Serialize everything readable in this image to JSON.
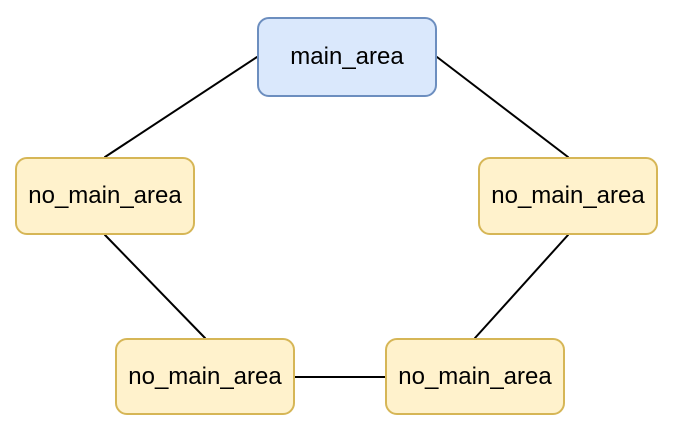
{
  "diagram": {
    "type": "node-link-graph",
    "colors": {
      "canvas_background": "#ffffff",
      "edge": "#000000",
      "text": "#000000",
      "main_fill": "#dae8fc",
      "main_stroke": "#6c8ebf",
      "secondary_fill": "#fff2cc",
      "secondary_stroke": "#d6b656"
    },
    "nodes": [
      {
        "id": "main_area",
        "label": "main_area",
        "shape": "rounded-rectangle",
        "fill": "#dae8fc",
        "stroke": "#6c8ebf",
        "position": "top-center"
      },
      {
        "id": "no_main_area_left",
        "label": "no_main_area",
        "shape": "rounded-rectangle",
        "fill": "#fff2cc",
        "stroke": "#d6b656",
        "position": "middle-left"
      },
      {
        "id": "no_main_area_right",
        "label": "no_main_area",
        "shape": "rounded-rectangle",
        "fill": "#fff2cc",
        "stroke": "#d6b656",
        "position": "middle-right"
      },
      {
        "id": "no_main_area_bottom_left",
        "label": "no_main_area",
        "shape": "rounded-rectangle",
        "fill": "#fff2cc",
        "stroke": "#d6b656",
        "position": "bottom-left"
      },
      {
        "id": "no_main_area_bottom_right",
        "label": "no_main_area",
        "shape": "rounded-rectangle",
        "fill": "#fff2cc",
        "stroke": "#d6b656",
        "position": "bottom-right"
      }
    ],
    "edges": [
      {
        "from": "main_area",
        "to": "no_main_area_left",
        "style": "plain-line"
      },
      {
        "from": "main_area",
        "to": "no_main_area_right",
        "style": "plain-line"
      },
      {
        "from": "no_main_area_left",
        "to": "no_main_area_bottom_left",
        "style": "plain-line"
      },
      {
        "from": "no_main_area_right",
        "to": "no_main_area_bottom_right",
        "style": "plain-line"
      },
      {
        "from": "no_main_area_bottom_left",
        "to": "no_main_area_bottom_right",
        "style": "plain-line"
      }
    ]
  }
}
